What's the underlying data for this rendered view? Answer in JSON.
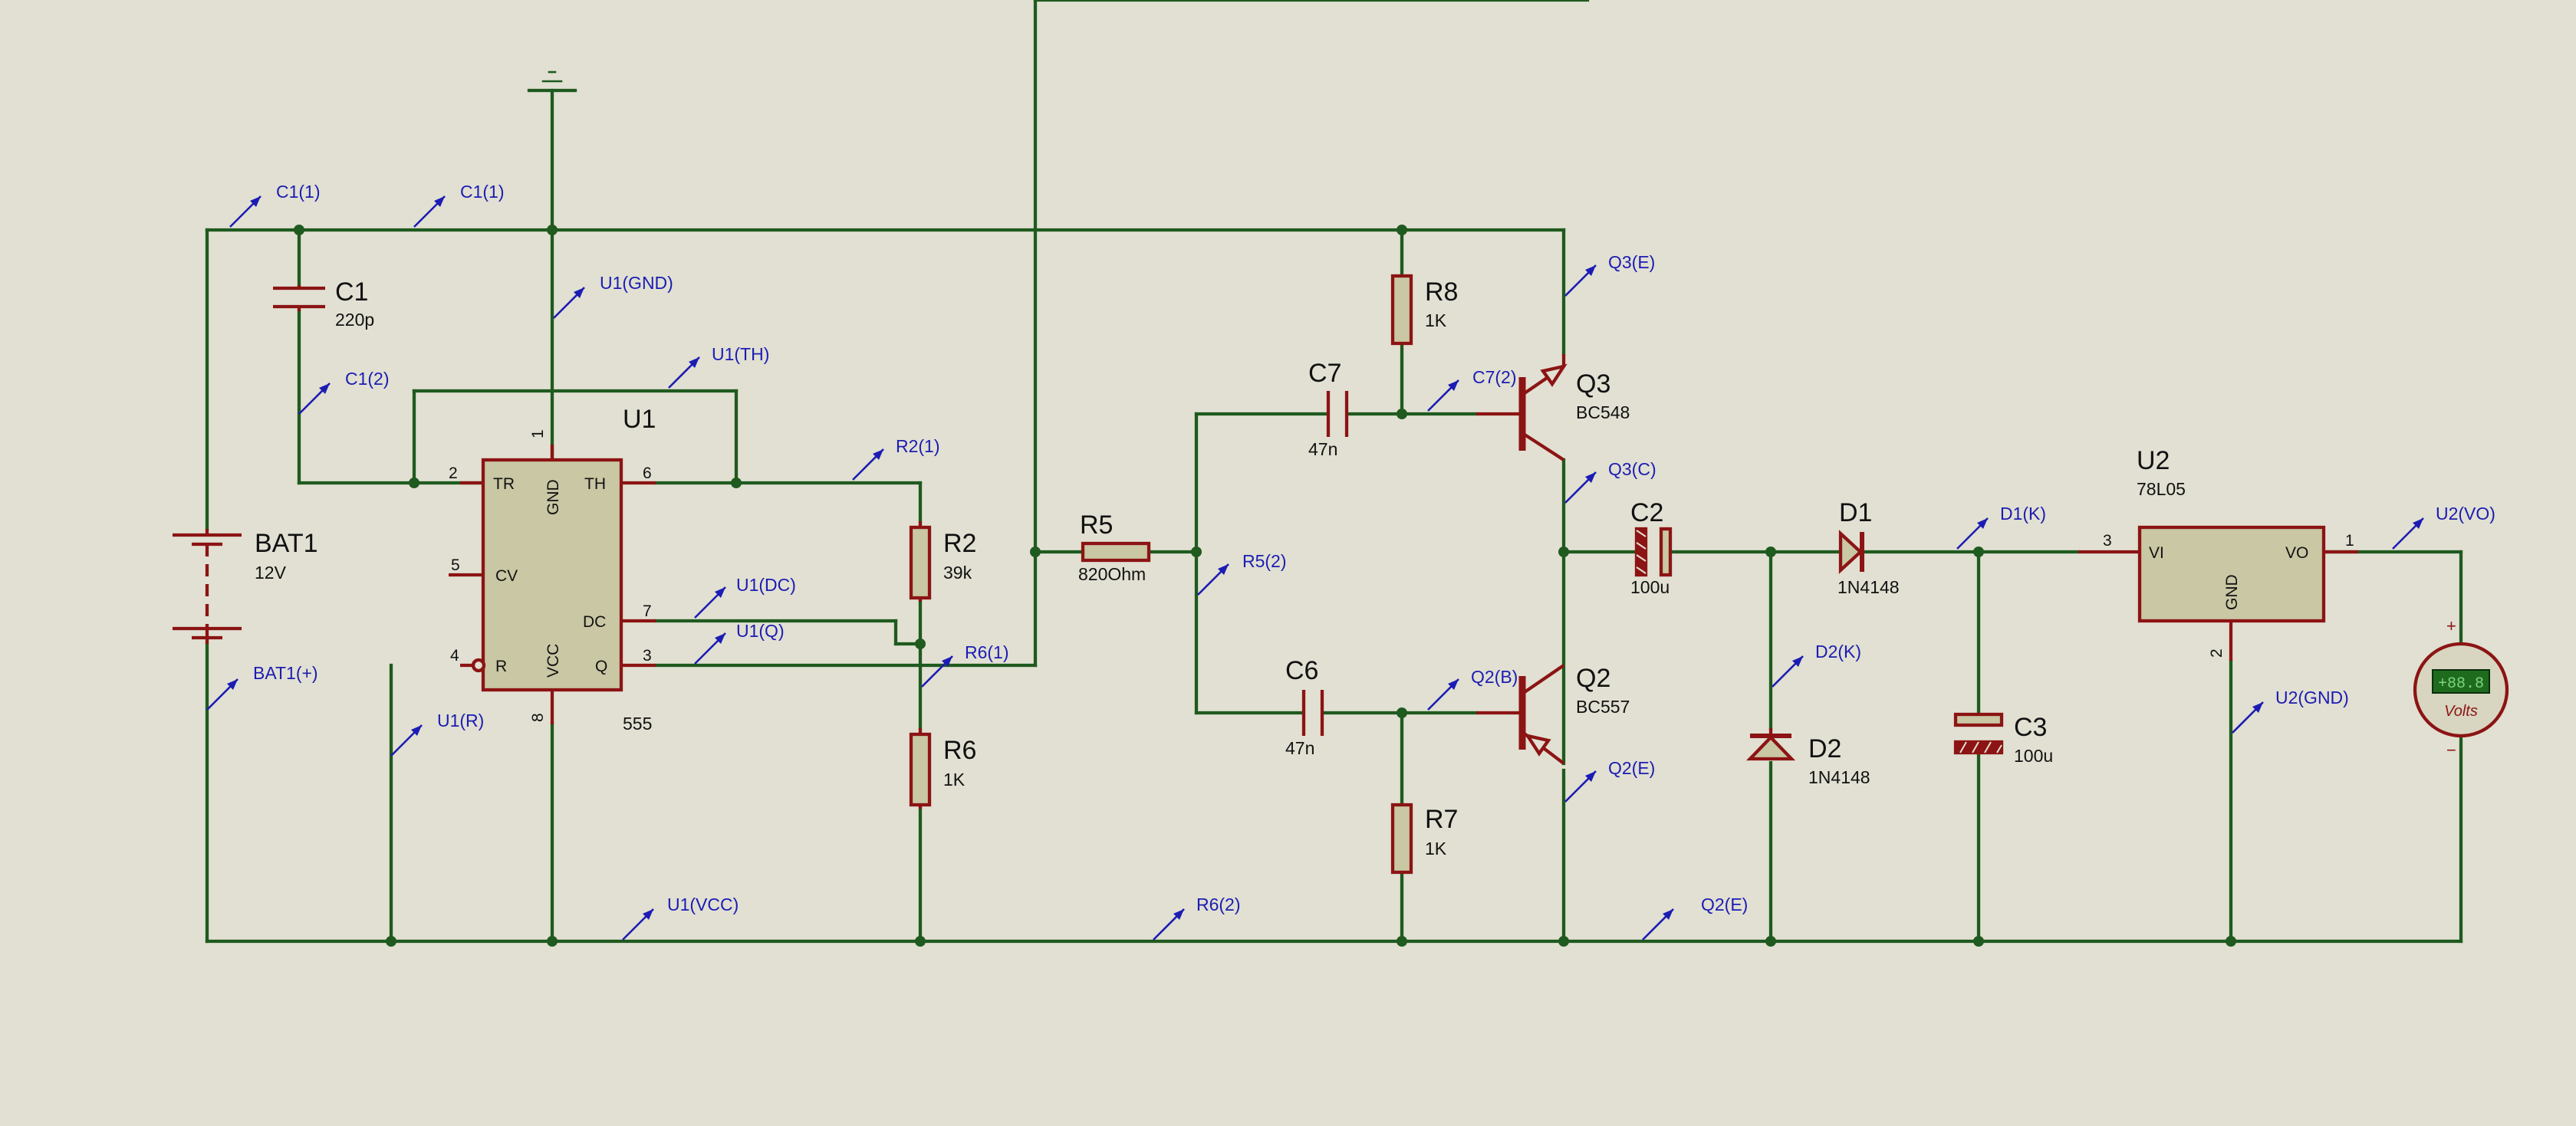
{
  "components": {
    "bat1": {
      "ref": "BAT1",
      "value": "12V"
    },
    "c1": {
      "ref": "C1",
      "value": "220p"
    },
    "u1": {
      "ref": "U1",
      "type": "555",
      "pins": {
        "tr": "TR",
        "gnd": "GND",
        "th": "TH",
        "cv": "CV",
        "dc": "DC",
        "r": "R",
        "vcc": "VCC",
        "q": "Q"
      },
      "pin_numbers": {
        "p1": "1",
        "p2": "2",
        "p3": "3",
        "p4": "4",
        "p5": "5",
        "p6": "6",
        "p7": "7",
        "p8": "8"
      }
    },
    "r2": {
      "ref": "R2",
      "value": "39k"
    },
    "r6": {
      "ref": "R6",
      "value": "1K"
    },
    "r5": {
      "ref": "R5",
      "value": "820Ohm"
    },
    "c7": {
      "ref": "C7",
      "value": "47n"
    },
    "c6": {
      "ref": "C6",
      "value": "47n"
    },
    "r8": {
      "ref": "R8",
      "value": "1K"
    },
    "r7": {
      "ref": "R7",
      "value": "1K"
    },
    "q3": {
      "ref": "Q3",
      "value": "BC548"
    },
    "q2": {
      "ref": "Q2",
      "value": "BC557"
    },
    "c2": {
      "ref": "C2",
      "value": "100u"
    },
    "d1": {
      "ref": "D1",
      "value": "1N4148"
    },
    "d2": {
      "ref": "D2",
      "value": "1N4148"
    },
    "c3": {
      "ref": "C3",
      "value": "100u"
    },
    "u2": {
      "ref": "U2",
      "value": "78L05",
      "pins": {
        "vi": "VI",
        "vo": "VO",
        "gnd": "GND"
      },
      "pin_numbers": {
        "p1": "1",
        "p2": "2",
        "p3": "3"
      }
    },
    "voltmeter": {
      "display": "+88.8",
      "unit": "Volts",
      "plus": "+",
      "minus": "−"
    }
  },
  "probes": {
    "c1_1a": "C1(1)",
    "c1_1b": "C1(1)",
    "c1_2": "C1(2)",
    "u1_gnd": "U1(GND)",
    "u1_th": "U1(TH)",
    "r2_1": "R2(1)",
    "u1_dc": "U1(DC)",
    "u1_q": "U1(Q)",
    "r6_1": "R6(1)",
    "u1_r": "U1(R)",
    "u1_vcc": "U1(VCC)",
    "bat1_plus": "BAT1(+)",
    "r6_2": "R6(2)",
    "r5_2": "R5(2)",
    "c7_2": "C7(2)",
    "q3_e": "Q3(E)",
    "q3_c": "Q3(C)",
    "q2_b": "Q2(B)",
    "q2_e_a": "Q2(E)",
    "q2_e_b": "Q2(E)",
    "d2_k": "D2(K)",
    "d1_k": "D1(K)",
    "u2_vo": "U2(VO)",
    "u2_gnd": "U2(GND)"
  },
  "colors": {
    "background": "#e1e0d2",
    "wire": "#1f5a1f",
    "component": "#8c1414",
    "component_fill": "#c9c7a4",
    "probe": "#1c1cb4",
    "meter_display": "#1e6b1e"
  }
}
